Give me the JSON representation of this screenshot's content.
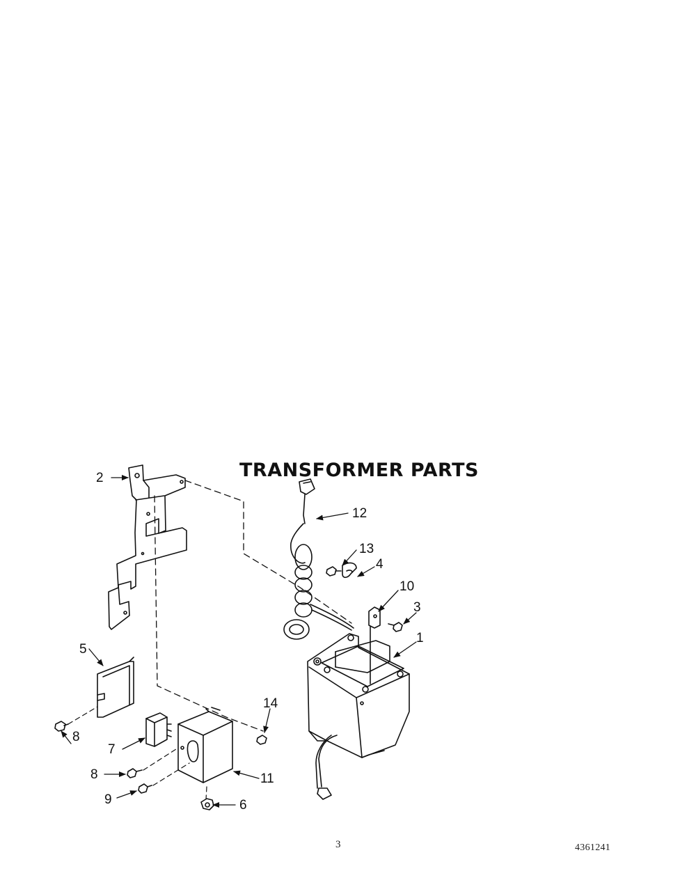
{
  "diagram": {
    "title": "TRANSFORMER PARTS",
    "callouts": [
      {
        "id": "2",
        "label": "2"
      },
      {
        "id": "12",
        "label": "12"
      },
      {
        "id": "13",
        "label": "13"
      },
      {
        "id": "4",
        "label": "4"
      },
      {
        "id": "10",
        "label": "10"
      },
      {
        "id": "3",
        "label": "3"
      },
      {
        "id": "1",
        "label": "1"
      },
      {
        "id": "5",
        "label": "5"
      },
      {
        "id": "14",
        "label": "14"
      },
      {
        "id": "8a",
        "label": "8"
      },
      {
        "id": "7",
        "label": "7"
      },
      {
        "id": "8b",
        "label": "8"
      },
      {
        "id": "11",
        "label": "11"
      },
      {
        "id": "9",
        "label": "9"
      },
      {
        "id": "6",
        "label": "6"
      }
    ]
  },
  "footer": {
    "page_number": "3",
    "document_id": "4361241"
  }
}
